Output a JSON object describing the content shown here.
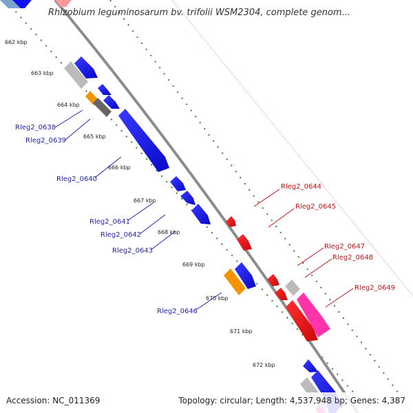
{
  "title": "Rhizobium leguminosarum bv. trifolii WSM2304, complete genom...",
  "footer": {
    "accession": "Accession: NC_011369",
    "topology": "Topology: circular; Length: 4,537,948 bp; Genes: 4,387"
  },
  "colors": {
    "backbone": "#8c8c8c",
    "tick_green": "#2a8a2a",
    "blue": "#1111ee",
    "red": "#ee1111",
    "gray": "#bbbbbb",
    "dark_gray": "#666666",
    "orange": "#f39400",
    "pink": "#ff33aa",
    "left_label": "#1f1fb4",
    "right_label": "#cc1111"
  },
  "kbp_ticks": [
    "662 kbp",
    "663 kbp",
    "664 kbp",
    "665 kbp",
    "666 kbp",
    "667 kbp",
    "668 kbp",
    "669 kbp",
    "670 kbp",
    "671 kbp",
    "672 kbp"
  ],
  "left_labels": [
    "Rleg2_0638",
    "Rleg2_0639",
    "Rleg2_0640",
    "Rleg2_0641",
    "Rleg2_0642",
    "Rleg2_0643",
    "Rleg2_0646"
  ],
  "right_labels": [
    "Rleg2_0644",
    "Rleg2_0645",
    "Rleg2_0647",
    "Rleg2_0648",
    "Rleg2_0649"
  ]
}
